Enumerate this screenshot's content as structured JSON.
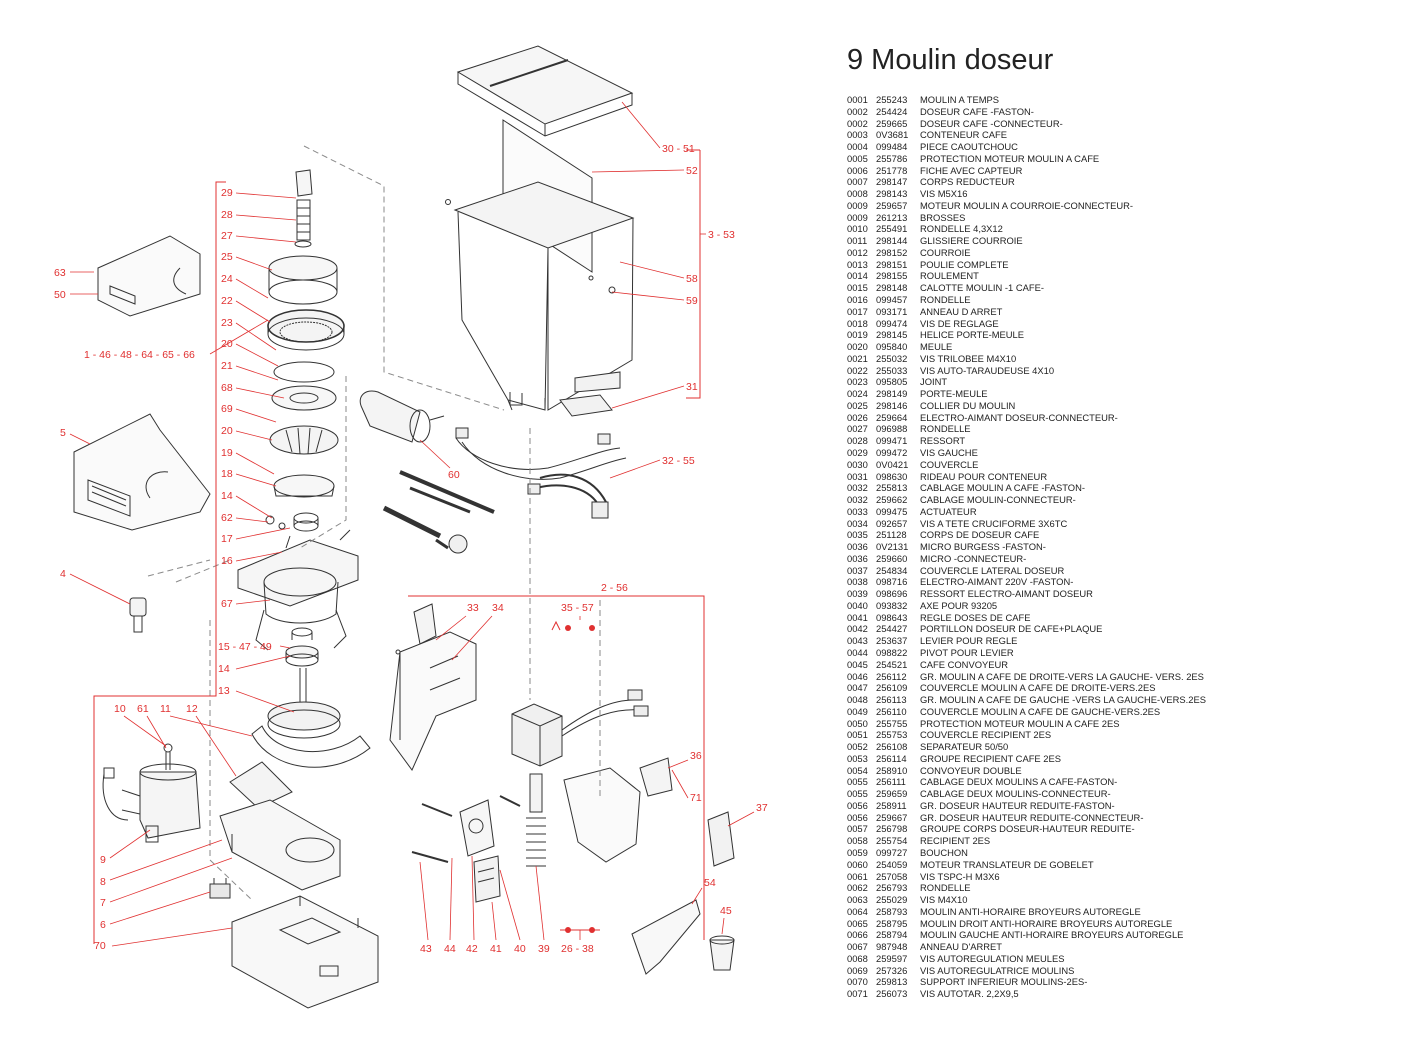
{
  "title": "9 Moulin doseur",
  "colors": {
    "callout": "#e03030",
    "drawing": "#333333",
    "dash": "#8a8a8a"
  },
  "callouts": [
    "29",
    "28",
    "27",
    "25",
    "24",
    "22",
    "23",
    "20",
    "21",
    "68",
    "69",
    "20",
    "19",
    "18",
    "14",
    "62",
    "17",
    "16",
    "67",
    "15 - 47 - 49",
    "14",
    "13",
    "10",
    "61",
    "11",
    "12",
    "9",
    "8",
    "7",
    "6",
    "70",
    "63",
    "50",
    "1 - 46 - 48 - 64 - 65 - 66",
    "5",
    "4",
    "30 - 51",
    "52",
    "3 - 53",
    "58",
    "59",
    "31",
    "60",
    "32 - 55",
    "2 - 56",
    "33",
    "34",
    "35 - 57",
    "36",
    "71",
    "37",
    "54",
    "45",
    "43",
    "44",
    "42",
    "41",
    "40",
    "39",
    "26 - 38"
  ],
  "parts": [
    {
      "pos": "0001",
      "ref": "255243",
      "desc": "MOULIN A TEMPS"
    },
    {
      "pos": "0002",
      "ref": "254424",
      "desc": "DOSEUR CAFE -FASTON-"
    },
    {
      "pos": "0002",
      "ref": "259665",
      "desc": "DOSEUR CAFE -CONNECTEUR-"
    },
    {
      "pos": "0003",
      "ref": "0V3681",
      "desc": "CONTENEUR CAFE"
    },
    {
      "pos": "0004",
      "ref": "099484",
      "desc": "PIECE CAOUTCHOUC"
    },
    {
      "pos": "0005",
      "ref": "255786",
      "desc": "PROTECTION MOTEUR MOULIN A CAFE"
    },
    {
      "pos": "0006",
      "ref": "251778",
      "desc": "FICHE AVEC CAPTEUR"
    },
    {
      "pos": "0007",
      "ref": "298147",
      "desc": "CORPS REDUCTEUR"
    },
    {
      "pos": "0008",
      "ref": "298143",
      "desc": "VIS M5X16"
    },
    {
      "pos": "0009",
      "ref": "259657",
      "desc": "MOTEUR MOULIN A COURROIE-CONNECTEUR-"
    },
    {
      "pos": "0009",
      "ref": "261213",
      "desc": "BROSSES"
    },
    {
      "pos": "0010",
      "ref": "255491",
      "desc": "RONDELLE 4,3X12"
    },
    {
      "pos": "0011",
      "ref": "298144",
      "desc": "GLISSIERE COURROIE"
    },
    {
      "pos": "0012",
      "ref": "298152",
      "desc": "COURROIE"
    },
    {
      "pos": "0013",
      "ref": "298151",
      "desc": "POULIE COMPLETE"
    },
    {
      "pos": "0014",
      "ref": "298155",
      "desc": "ROULEMENT"
    },
    {
      "pos": "0015",
      "ref": "298148",
      "desc": "CALOTTE MOULIN -1 CAFE-"
    },
    {
      "pos": "0016",
      "ref": "099457",
      "desc": "RONDELLE"
    },
    {
      "pos": "0017",
      "ref": "093171",
      "desc": "ANNEAU D ARRET"
    },
    {
      "pos": "0018",
      "ref": "099474",
      "desc": "VIS DE REGLAGE"
    },
    {
      "pos": "0019",
      "ref": "298145",
      "desc": "HELICE PORTE-MEULE"
    },
    {
      "pos": "0020",
      "ref": "095840",
      "desc": "MEULE"
    },
    {
      "pos": "0021",
      "ref": "255032",
      "desc": "VIS TRILOBEE M4X10"
    },
    {
      "pos": "0022",
      "ref": "255033",
      "desc": "VIS AUTO-TARAUDEUSE 4X10"
    },
    {
      "pos": "0023",
      "ref": "095805",
      "desc": "JOINT"
    },
    {
      "pos": "0024",
      "ref": "298149",
      "desc": "PORTE-MEULE"
    },
    {
      "pos": "0025",
      "ref": "298146",
      "desc": "COLLIER DU MOULIN"
    },
    {
      "pos": "0026",
      "ref": "259664",
      "desc": "ELECTRO-AIMANT DOSEUR-CONNECTEUR-"
    },
    {
      "pos": "0027",
      "ref": "096988",
      "desc": "RONDELLE"
    },
    {
      "pos": "0028",
      "ref": "099471",
      "desc": "RESSORT"
    },
    {
      "pos": "0029",
      "ref": "099472",
      "desc": "VIS GAUCHE"
    },
    {
      "pos": "0030",
      "ref": "0V0421",
      "desc": "COUVERCLE"
    },
    {
      "pos": "0031",
      "ref": "098630",
      "desc": "RIDEAU POUR CONTENEUR"
    },
    {
      "pos": "0032",
      "ref": "255813",
      "desc": "CABLAGE MOULIN A CAFE -FASTON-"
    },
    {
      "pos": "0032",
      "ref": "259662",
      "desc": "CABLAGE MOULIN-CONNECTEUR-"
    },
    {
      "pos": "0033",
      "ref": "099475",
      "desc": "ACTUATEUR"
    },
    {
      "pos": "0034",
      "ref": "092657",
      "desc": "VIS A TETE CRUCIFORME 3X6TC"
    },
    {
      "pos": "0035",
      "ref": "251128",
      "desc": "CORPS DE DOSEUR CAFE"
    },
    {
      "pos": "0036",
      "ref": "0V2131",
      "desc": "MICRO BURGESS -FASTON-"
    },
    {
      "pos": "0036",
      "ref": "259660",
      "desc": "MICRO -CONNECTEUR-"
    },
    {
      "pos": "0037",
      "ref": "254834",
      "desc": "COUVERCLE LATERAL DOSEUR"
    },
    {
      "pos": "0038",
      "ref": "098716",
      "desc": "ELECTRO-AIMANT 220V -FASTON-"
    },
    {
      "pos": "0039",
      "ref": "098696",
      "desc": "RESSORT ELECTRO-AIMANT DOSEUR"
    },
    {
      "pos": "0040",
      "ref": "093832",
      "desc": "AXE POUR 93205"
    },
    {
      "pos": "0041",
      "ref": "098643",
      "desc": "REGLE DOSES DE CAFE"
    },
    {
      "pos": "0042",
      "ref": "254427",
      "desc": "PORTILLON DOSEUR DE CAFE+PLAQUE"
    },
    {
      "pos": "0043",
      "ref": "253637",
      "desc": "LEVIER POUR REGLE"
    },
    {
      "pos": "0044",
      "ref": "098822",
      "desc": "PIVOT POUR LEVIER"
    },
    {
      "pos": "0045",
      "ref": "254521",
      "desc": "CAFE CONVOYEUR"
    },
    {
      "pos": "0046",
      "ref": "256112",
      "desc": "GR. MOULIN A CAFE DE DROITE-VERS LA GAUCHE- VERS. 2ES"
    },
    {
      "pos": "0047",
      "ref": "256109",
      "desc": "COUVERCLE MOULIN A CAFE DE DROITE-VERS.2ES"
    },
    {
      "pos": "0048",
      "ref": "256113",
      "desc": "GR. MOULIN A CAFE DE GAUCHE -VERS LA GAUCHE-VERS.2ES"
    },
    {
      "pos": "0049",
      "ref": "256110",
      "desc": "COUVERCLE MOULIN A CAFE DE GAUCHE-VERS.2ES"
    },
    {
      "pos": "0050",
      "ref": "255755",
      "desc": "PROTECTION MOTEUR MOULIN A CAFE 2ES"
    },
    {
      "pos": "0051",
      "ref": "255753",
      "desc": "COUVERCLE RECIPIENT 2ES"
    },
    {
      "pos": "0052",
      "ref": "256108",
      "desc": "SEPARATEUR 50/50"
    },
    {
      "pos": "0053",
      "ref": "256114",
      "desc": "GROUPE RECIPIENT CAFE 2ES"
    },
    {
      "pos": "0054",
      "ref": "258910",
      "desc": "CONVOYEUR DOUBLE"
    },
    {
      "pos": "0055",
      "ref": "256111",
      "desc": "CABLAGE DEUX MOULINS A CAFE-FASTON-"
    },
    {
      "pos": "0055",
      "ref": "259659",
      "desc": "CABLAGE DEUX MOULINS-CONNECTEUR-"
    },
    {
      "pos": "0056",
      "ref": "258911",
      "desc": "GR. DOSEUR HAUTEUR REDUITE-FASTON-"
    },
    {
      "pos": "0056",
      "ref": "259667",
      "desc": "GR. DOSEUR HAUTEUR REDUITE-CONNECTEUR-"
    },
    {
      "pos": "0057",
      "ref": "256798",
      "desc": "GROUPE CORPS DOSEUR-HAUTEUR REDUITE-"
    },
    {
      "pos": "0058",
      "ref": "255754",
      "desc": "RECIPIENT 2ES"
    },
    {
      "pos": "0059",
      "ref": "099727",
      "desc": "BOUCHON"
    },
    {
      "pos": "0060",
      "ref": "254059",
      "desc": "MOTEUR TRANSLATEUR DE GOBELET"
    },
    {
      "pos": "0061",
      "ref": "257058",
      "desc": "VIS TSPC-H M3X6"
    },
    {
      "pos": "0062",
      "ref": "256793",
      "desc": "RONDELLE"
    },
    {
      "pos": "0063",
      "ref": "255029",
      "desc": "VIS M4X10"
    },
    {
      "pos": "0064",
      "ref": "258793",
      "desc": "MOULIN ANTI-HORAIRE BROYEURS AUTOREGLE"
    },
    {
      "pos": "0065",
      "ref": "258795",
      "desc": "MOULIN DROIT ANTI-HORAIRE BROYEURS AUTOREGLE"
    },
    {
      "pos": "0066",
      "ref": "258794",
      "desc": "MOULIN GAUCHE ANTI-HORAIRE BROYEURS AUTOREGLE"
    },
    {
      "pos": "0067",
      "ref": "987948",
      "desc": "ANNEAU D'ARRET"
    },
    {
      "pos": "0068",
      "ref": "259597",
      "desc": "VIS AUTOREGULATION MEULES"
    },
    {
      "pos": "0069",
      "ref": "257326",
      "desc": "VIS AUTOREGULATRICE MOULINS"
    },
    {
      "pos": "0070",
      "ref": "259813",
      "desc": "SUPPORT INFERIEUR MOULINS-2ES-"
    },
    {
      "pos": "0071",
      "ref": "256073",
      "desc": "VIS AUTOTAR. 2,2X9,5"
    }
  ]
}
